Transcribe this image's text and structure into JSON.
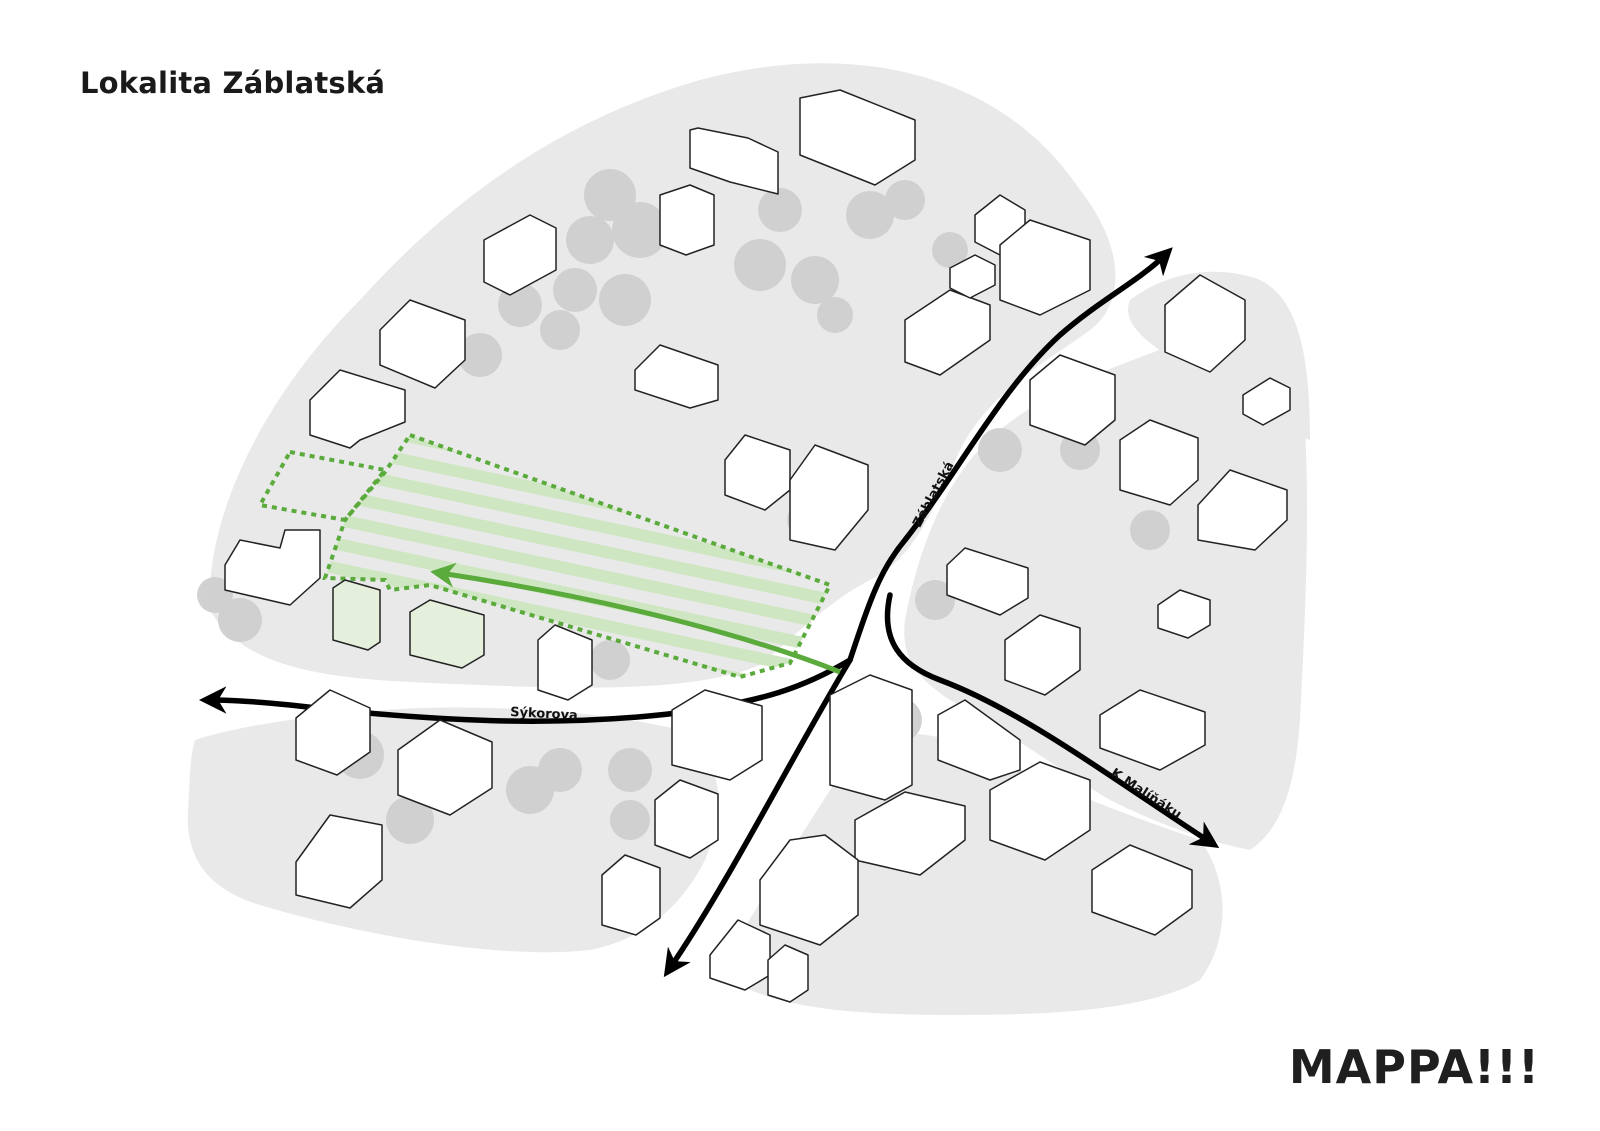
{
  "title": "Lokalita Záblatská",
  "logo": "MAPPA!!!",
  "streets": {
    "zablatska": "Záblatská",
    "sykorova": "Sýkorova",
    "k_malinaku": "K Malíňáku"
  },
  "colors": {
    "background": "#ffffff",
    "ground": "#e9e9e9",
    "tree": "#cfcfcf",
    "building_fill": "#ffffff",
    "building_stroke": "#222222",
    "road": "#000000",
    "highlight_green": "#5aaa3c",
    "hatch_green": "#cfe6c2"
  }
}
